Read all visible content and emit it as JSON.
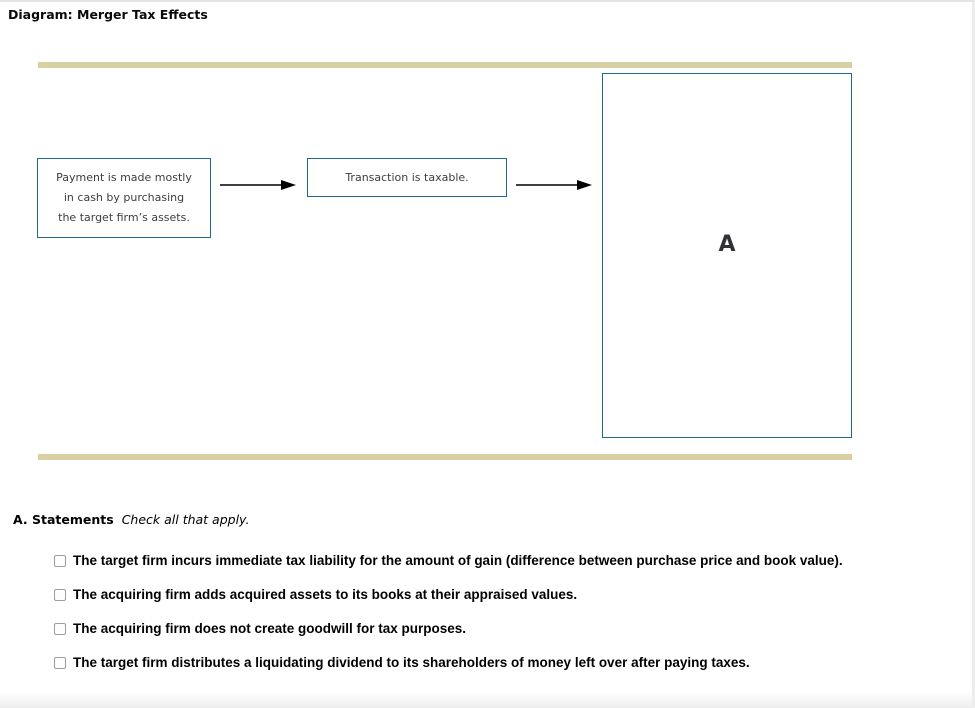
{
  "theme": {
    "colors": {
      "bar": "#d8d0a2",
      "box-border": "#1e6a8e"
    }
  },
  "page": {
    "title": "Diagram: Merger Tax Effects"
  },
  "diagram": {
    "box1_lines": [
      "Payment is made mostly",
      "in cash by purchasing",
      "the target firm’s assets."
    ],
    "box2_label": "Transaction is taxable.",
    "answer_label": "A"
  },
  "statements": {
    "heading": "A. Statements",
    "instruction": "Check all that apply.",
    "items": [
      {
        "label": "The target firm incurs immediate tax liability for the amount of gain (difference between purchase price and book value)."
      },
      {
        "label": "The acquiring firm adds acquired assets to its books at their appraised values."
      },
      {
        "label": "The acquiring firm does not create goodwill for tax purposes."
      },
      {
        "label": "The target firm distributes a liquidating dividend to its shareholders of money left over after paying taxes."
      }
    ]
  }
}
